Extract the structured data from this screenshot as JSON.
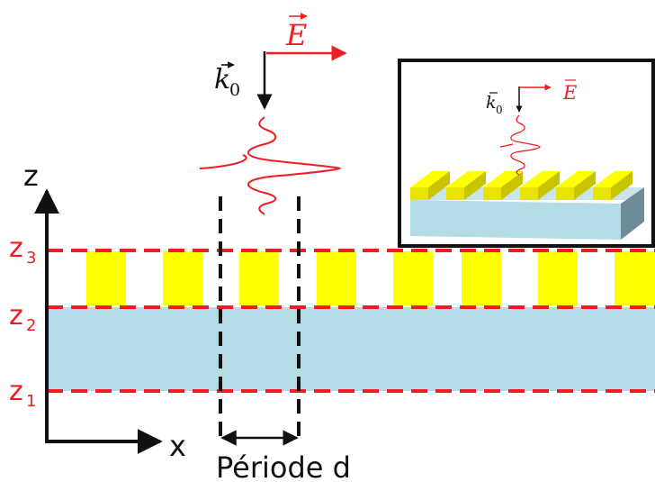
{
  "colors": {
    "red": "#ee1c24",
    "gold": "#ffff00",
    "gold_dark": "#c9c400",
    "substrate": "#b4dce6",
    "substrate_side": "#6e8c98",
    "substrate_front": "#9cc8d6",
    "black": "#111111"
  },
  "labels": {
    "k_letter": "k",
    "k_subscript": "0",
    "e_letter": "E",
    "z_axis": "z",
    "x_axis": "x",
    "z1_letter": "z",
    "z1_sub": "1",
    "z2_letter": "z",
    "z2_sub": "2",
    "z3_letter": "z",
    "z3_sub": "3",
    "period": "Période d"
  },
  "icons": {
    "incident_pulse": "wave-packet-icon",
    "vector_arrow": "arrow-right-icon"
  }
}
